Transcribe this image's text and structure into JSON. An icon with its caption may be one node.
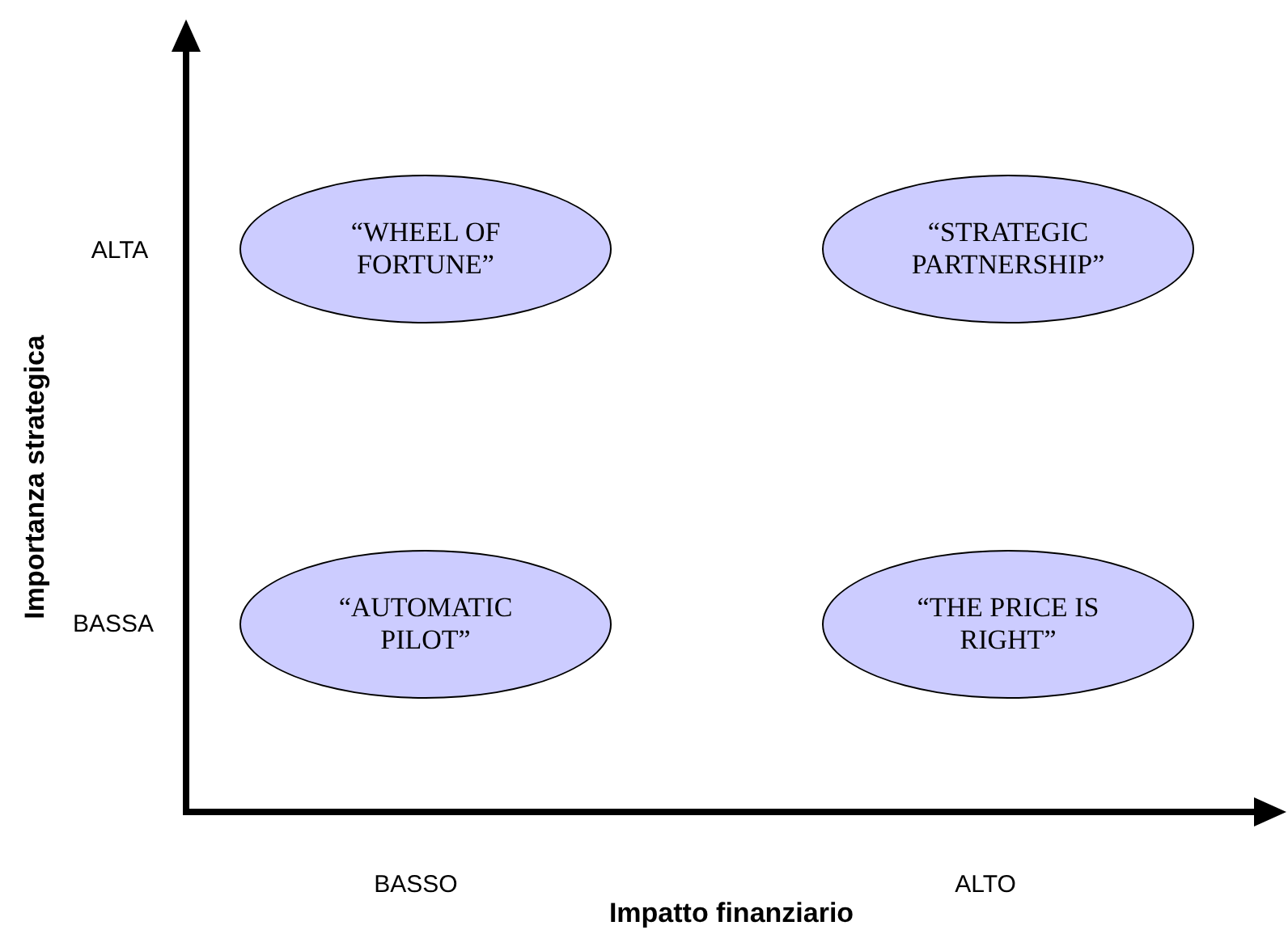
{
  "diagram": {
    "nodes": [
      {
        "text": [
          "“WHEEL OF FORTUNE”"
        ]
      },
      {
        "text": [
          "“STRATEGIC PARTNERSHIP”"
        ]
      },
      {
        "text": [
          "“AUTOMATIC PILOT”"
        ]
      },
      {
        "text": [
          "“THE PRICE IS RIGHT”"
        ]
      }
    ],
    "labels": [
      "Importanza strategica",
      "ALTA",
      "BASSA",
      "BASSO",
      "ALTO",
      "Impatto finanziario"
    ]
  }
}
